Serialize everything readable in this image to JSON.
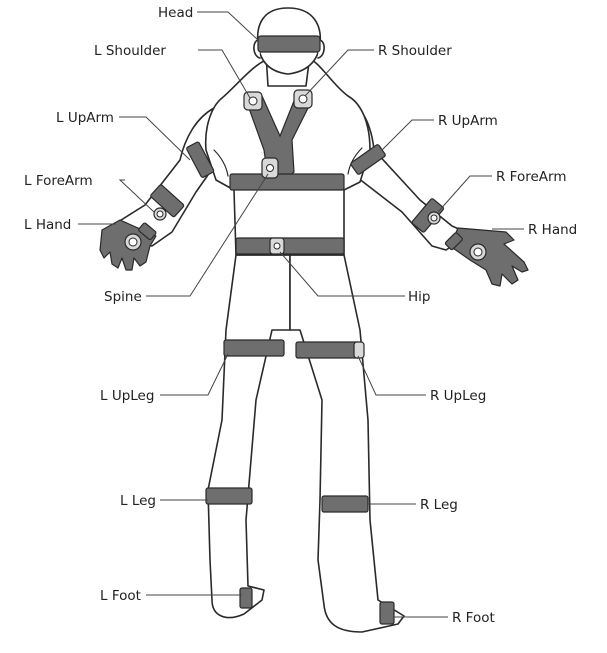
{
  "labels": {
    "head": "Head",
    "l_shoulder": "L Shoulder",
    "r_shoulder": "R Shoulder",
    "l_uparm": "L UpArm",
    "r_uparm": "R UpArm",
    "l_forearm": "L ForeArm",
    "r_forearm": "R ForeArm",
    "l_hand": "L Hand",
    "r_hand": "R Hand",
    "spine": "Spine",
    "hip": "Hip",
    "l_upleg": "L UpLeg",
    "r_upleg": "R UpLeg",
    "l_leg": "L Leg",
    "r_leg": "R Leg",
    "l_foot": "L Foot",
    "r_foot": "R Foot"
  },
  "colors": {
    "strap": "#6e6e6e",
    "outline": "#2a2a2a",
    "sensor": "#d9d9d9"
  }
}
